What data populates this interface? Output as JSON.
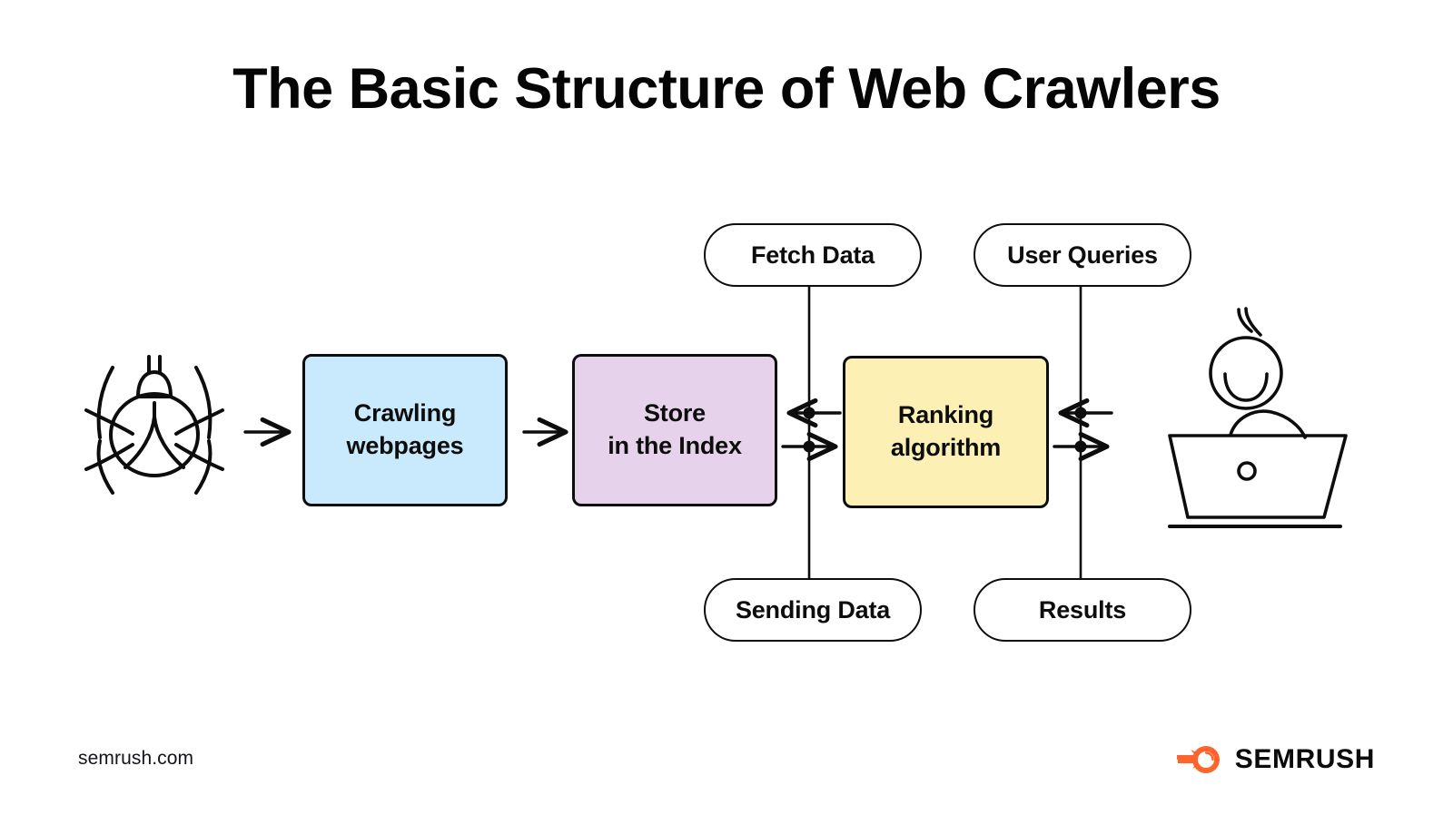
{
  "title": "The Basic Structure of Web Crawlers",
  "background": "#FFFFFF",
  "diagram": {
    "type": "flow-diagram",
    "process_boxes": [
      {
        "id": "crawling",
        "label": "Crawling\nwebpages",
        "color": "#C9E9FC"
      },
      {
        "id": "store",
        "label": "Store\nin the Index",
        "color": "#E7D2EB"
      },
      {
        "id": "ranking",
        "label": "Ranking\nalgorithm",
        "color": "#FCF0B5"
      }
    ],
    "pill_nodes": [
      {
        "id": "fetch-data",
        "label": "Fetch Data",
        "position": "top-left"
      },
      {
        "id": "user-queries",
        "label": "User Queries",
        "position": "top-right"
      },
      {
        "id": "sending-data",
        "label": "Sending Data",
        "position": "bottom-left"
      },
      {
        "id": "results",
        "label": "Results",
        "position": "bottom-right"
      }
    ],
    "icons": [
      {
        "id": "spider-icon",
        "label": "web crawler spider",
        "position": "far-left"
      },
      {
        "id": "person-laptop-icon",
        "label": "user at laptop",
        "position": "far-right"
      }
    ],
    "connections": [
      {
        "from": "spider-icon",
        "to": "crawling",
        "style": "arrow-right"
      },
      {
        "from": "crawling",
        "to": "store",
        "style": "arrow-right"
      },
      {
        "from": "ranking",
        "to": "store",
        "style": "arrow-left"
      },
      {
        "from": "store",
        "to": "ranking",
        "style": "arrow-right"
      },
      {
        "from": "person-laptop-icon",
        "to": "ranking",
        "style": "arrow-left"
      },
      {
        "from": "ranking",
        "to": "person-laptop-icon",
        "style": "arrow-right"
      },
      {
        "from": "fetch-data",
        "to": "store-ranking-link",
        "style": "vertical-line"
      },
      {
        "from": "sending-data",
        "to": "store-ranking-link",
        "style": "vertical-line"
      },
      {
        "from": "user-queries",
        "to": "ranking-user-link",
        "style": "vertical-line"
      },
      {
        "from": "results",
        "to": "ranking-user-link",
        "style": "vertical-line"
      }
    ]
  },
  "footer": {
    "url": "semrush.com",
    "brand": "SEMRUSH",
    "brand_color": "#FF642D"
  }
}
